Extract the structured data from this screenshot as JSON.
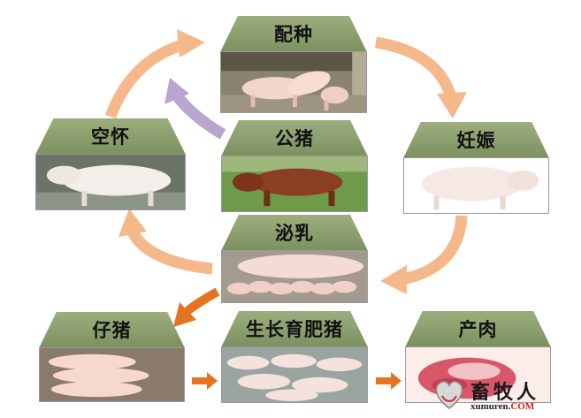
{
  "nodes": {
    "peizhong": {
      "label": "配种"
    },
    "kong_huai": {
      "label": "空怀"
    },
    "gongzhu": {
      "label": "公猪"
    },
    "renshen": {
      "label": "妊娠"
    },
    "miru": {
      "label": "泌乳"
    },
    "zizhu": {
      "label": "仔猪"
    },
    "shengzhang": {
      "label": "生长育肥猪"
    },
    "chanrou": {
      "label": "产肉"
    }
  },
  "watermark": {
    "cn": "畜牧人",
    "en_main": "xumuren.",
    "en_suffix": "COM"
  },
  "colors": {
    "label_bg": "#8fa373",
    "cycle_arrow": "#f5b98a",
    "boar_arrow": "#b6a3cc",
    "flow_arrow": "#e5731f"
  }
}
